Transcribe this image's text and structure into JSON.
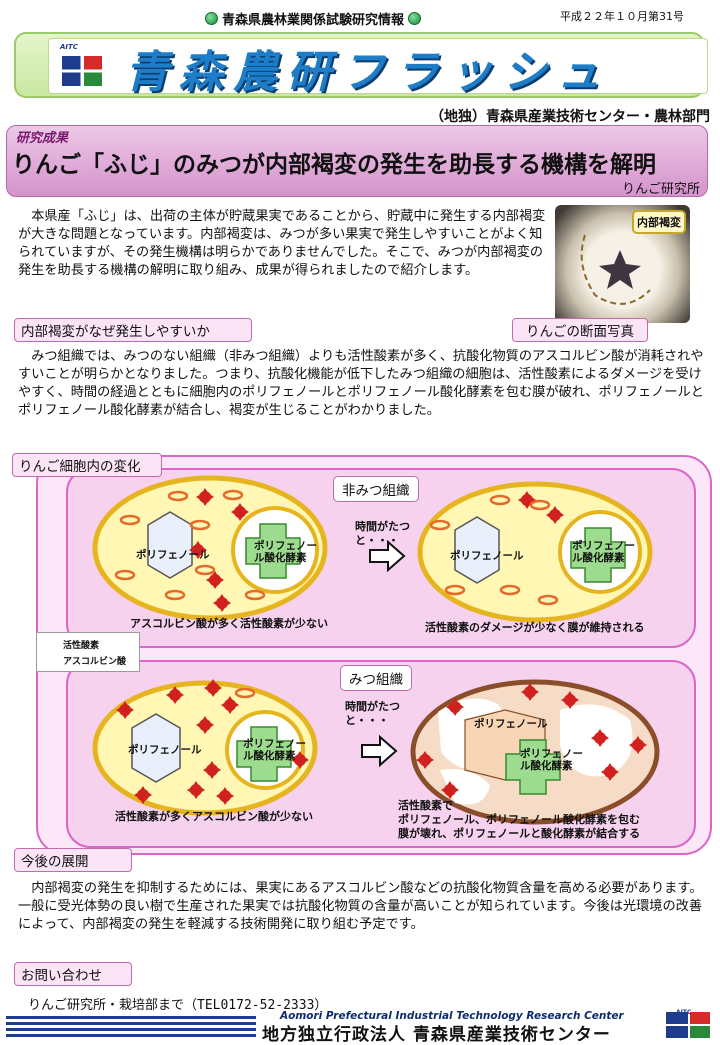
{
  "header": {
    "series_tag": "青森県農林業関係試験研究情報",
    "issue": "平成２２年１０月第31号",
    "logo_text": "AITC",
    "title": "青森農研フラッシュ",
    "org": "（地独）青森県産業技術センター・農林部門"
  },
  "article": {
    "category": "研究成果",
    "title": "りんご「ふじ」のみつが内部褐変の発生を助長する機構を解明",
    "lab": "りんご研究所",
    "intro": "本県産「ふじ」は、出荷の主体が貯蔵果実であることから、貯蔵中に発生する内部褐変が大きな問題となっています。内部褐変は、みつが多い果実で発生しやすいことがよく知られていますが、その発生機構は明らかでありませんでした。そこで、みつが内部褐変の発生を助長する機構の解明に取り組み、成果が得られましたので紹介します。",
    "photo_label": "内部褐変",
    "photo_caption": "りんごの断面写真"
  },
  "section1": {
    "label": "内部褐変がなぜ発生しやすいか",
    "body": "みつ組織では、みつのない組織（非みつ組織）よりも活性酸素が多く、抗酸化物質のアスコルビン酸が消耗されやすいことが明らかとなりました。つまり、抗酸化機能が低下したみつ組織の細胞は、活性酸素によるダメージを受けやすく、時間の経過とともに細胞内のポリフェノールとポリフェノール酸化酵素を包む膜が破れ、ポリフェノールとポリフェノール酸化酵素が結合し、褐変が生じることがわかりました。"
  },
  "diagram": {
    "label": "りんご細胞内の変化",
    "non_mitsu_tag": "非みつ組織",
    "mitsu_tag": "みつ組織",
    "time_label": "時間がたつと・・・",
    "polyphenol": "ポリフェノール",
    "enzyme": "ポリフェノール酸化酵素",
    "cap_non_left": "アスコルビン酸が多く活性酸素が少ない",
    "cap_non_right": "活性酸素のダメージが少なく膜が維持される",
    "cap_mitsu_left": "活性酸素が多くアスコルビン酸が少ない",
    "cap_mitsu_right_1": "活性酸素で",
    "cap_mitsu_right_2": "ポリフェノール、ポリフェノール酸化酵素を包む",
    "cap_mitsu_right_3": "膜が壊れ、ポリフェノールと酸化酵素が結合する",
    "legend_ros": "活性酸素",
    "legend_asc": "アスコルビン酸"
  },
  "section2": {
    "label": "今後の展開",
    "body": "内部褐変の発生を抑制するためには、果実にあるアスコルビン酸などの抗酸化物質含量を高める必要があります。一般に受光体勢の良い樹で生産された果実では抗酸化物質の含量が高いことが知られています。今後は光環境の改善によって、内部褐変の発生を軽減する技術開発に取り組む予定です。"
  },
  "section3": {
    "label": "お問い合わせ",
    "contact": "りんご研究所・栽培部まで（TEL0172-52-2333）"
  },
  "footer": {
    "en": "Aomori Prefectural Industrial Technology Research Center",
    "jp": "地方独立行政法人 青森県産業技術センター",
    "logo": "AITC"
  }
}
